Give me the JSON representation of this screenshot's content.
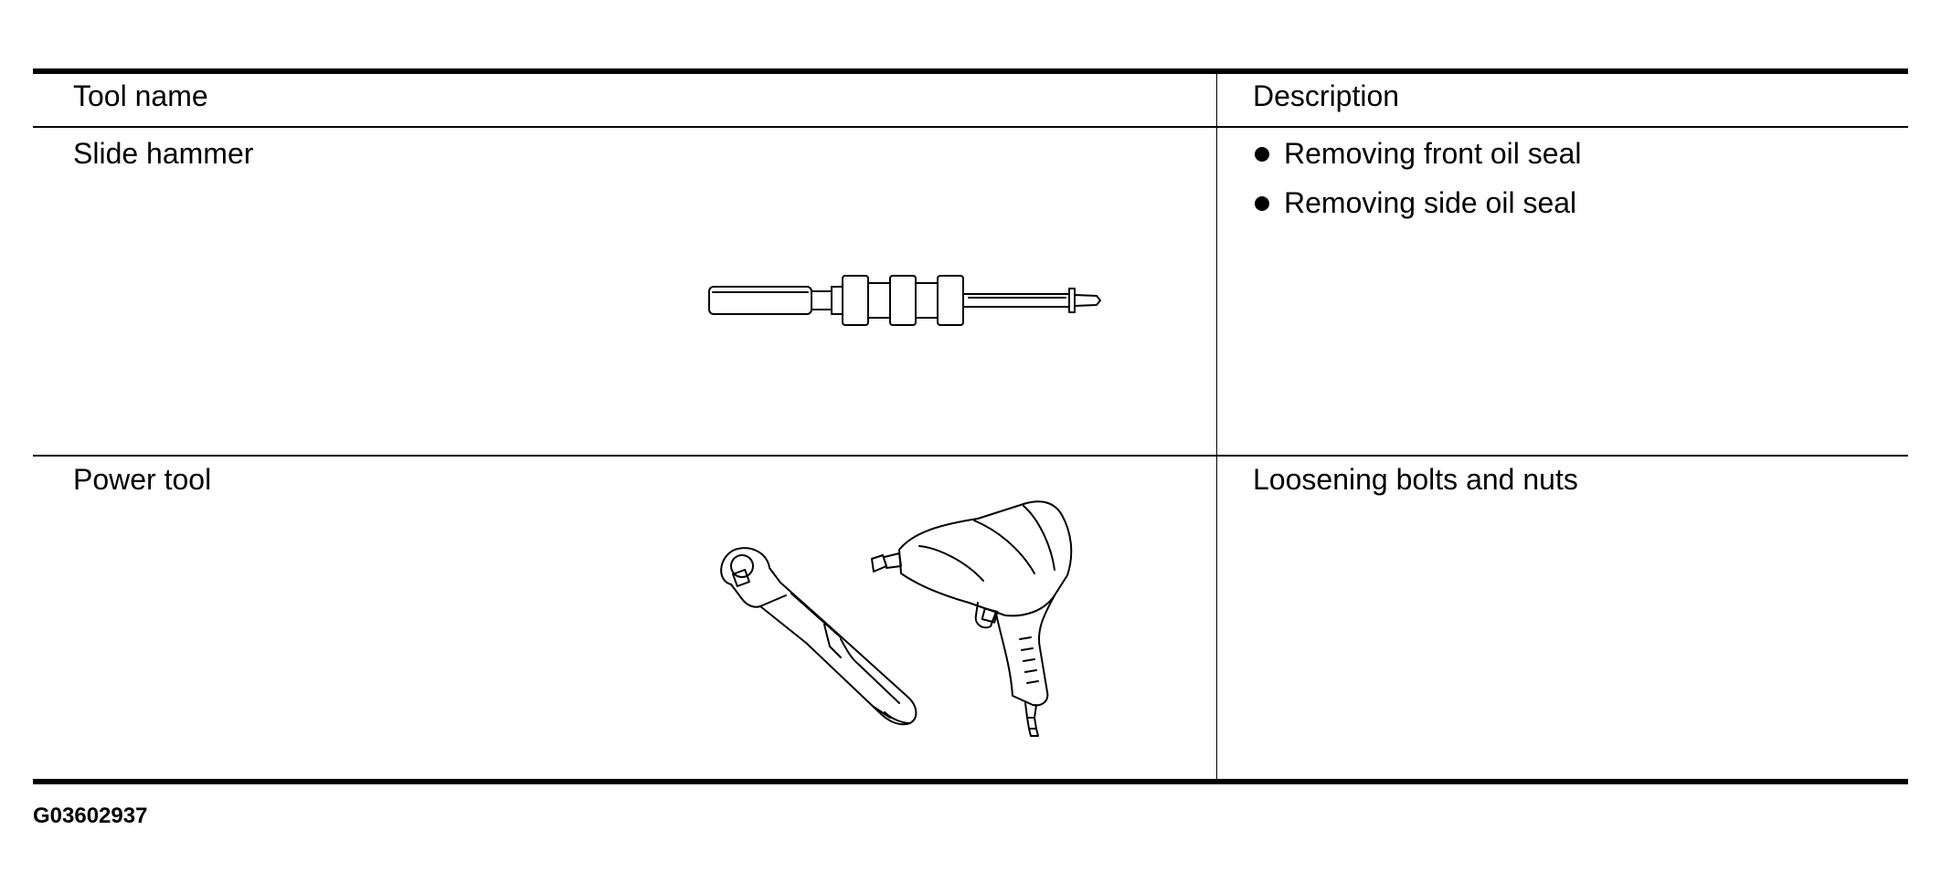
{
  "table": {
    "headers": {
      "tool_name": "Tool name",
      "description": "Description"
    },
    "rows": [
      {
        "tool_name": "Slide hammer",
        "description": [
          "Removing front oil seal",
          "Removing side oil seal"
        ],
        "illustration": "slide-hammer-illustration"
      },
      {
        "tool_name": "Power tool",
        "description": [
          "Loosening bolts and nuts"
        ],
        "illustration": "power-tool-illustration"
      }
    ]
  },
  "figure_id": "G03602937"
}
